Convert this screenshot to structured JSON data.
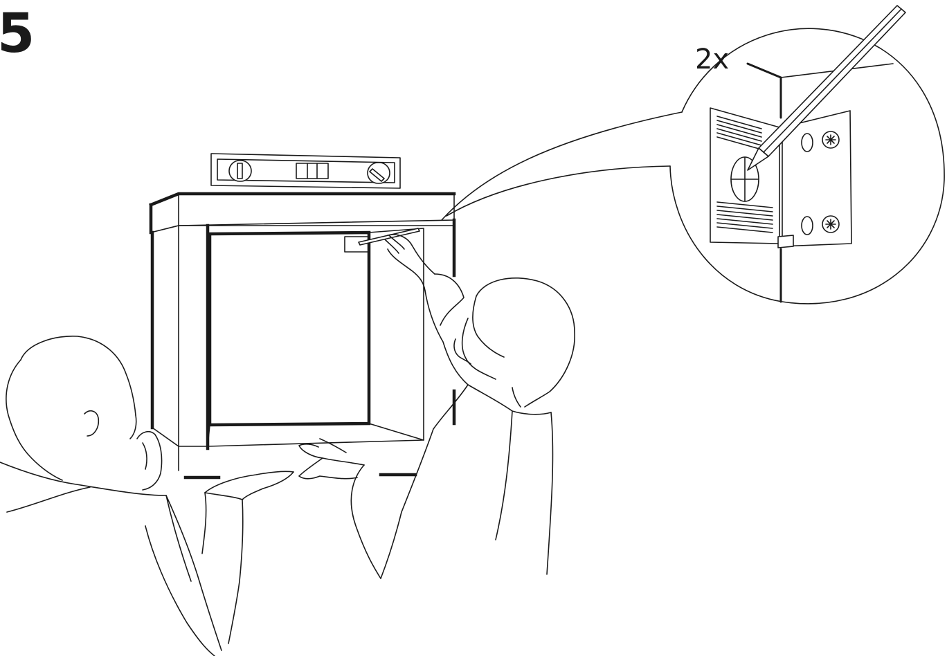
{
  "step": {
    "number": "5"
  },
  "detail": {
    "quantity": "2x"
  },
  "illustration": {
    "objects": [
      "wall-cabinet",
      "spirit-level",
      "pencil",
      "suspension-fitting",
      "person-holding-cabinet",
      "person-marking-wall"
    ]
  }
}
